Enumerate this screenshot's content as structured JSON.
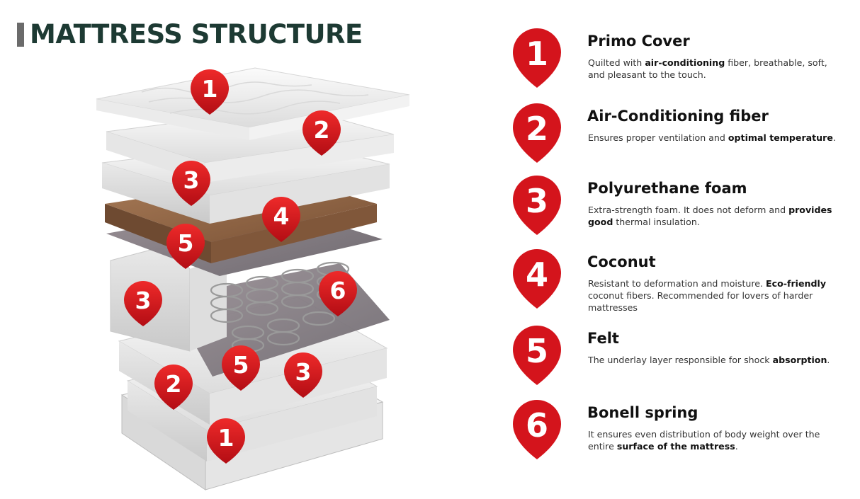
{
  "title": "MATTRESS STRUCTURE",
  "colors": {
    "pin_red": "#d4141c",
    "title_green": "#1d3a33"
  },
  "illustration_pins": [
    "1",
    "2",
    "3",
    "4",
    "5",
    "3",
    "6",
    "5",
    "3",
    "2",
    "1"
  ],
  "legend": [
    {
      "number": "1",
      "heading": "Primo Cover",
      "desc": [
        {
          "t": "Quilted with "
        },
        {
          "t": "air-conditioning",
          "b": true
        },
        {
          "t": " fiber, breathable, soft, and pleasant to the touch."
        }
      ]
    },
    {
      "number": "2",
      "heading": "Air-Conditioning fiber",
      "desc": [
        {
          "t": "Ensures proper ventilation and "
        },
        {
          "t": "optimal temperature",
          "b": true
        },
        {
          "t": "."
        }
      ]
    },
    {
      "number": "3",
      "heading": "Polyurethane foam",
      "desc": [
        {
          "t": "Extra-strength foam. It does not deform and "
        },
        {
          "t": "provides good",
          "b": true
        },
        {
          "t": " thermal insulation."
        }
      ]
    },
    {
      "number": "4",
      "heading": "Coconut",
      "desc": [
        {
          "t": "Resistant to deformation and moisture. "
        },
        {
          "t": "Eco-friendly",
          "b": true
        },
        {
          "t": " coconut fibers. Recommended for lovers of harder mattresses"
        }
      ]
    },
    {
      "number": "5",
      "heading": "Felt",
      "desc": [
        {
          "t": "The underlay layer responsible for shock "
        },
        {
          "t": "absorption",
          "b": true
        },
        {
          "t": "."
        }
      ]
    },
    {
      "number": "6",
      "heading": "Bonell spring",
      "desc": [
        {
          "t": "It ensures even distribution of body weight over the entire "
        },
        {
          "t": "surface of the mattress",
          "b": true
        },
        {
          "t": "."
        }
      ]
    }
  ]
}
